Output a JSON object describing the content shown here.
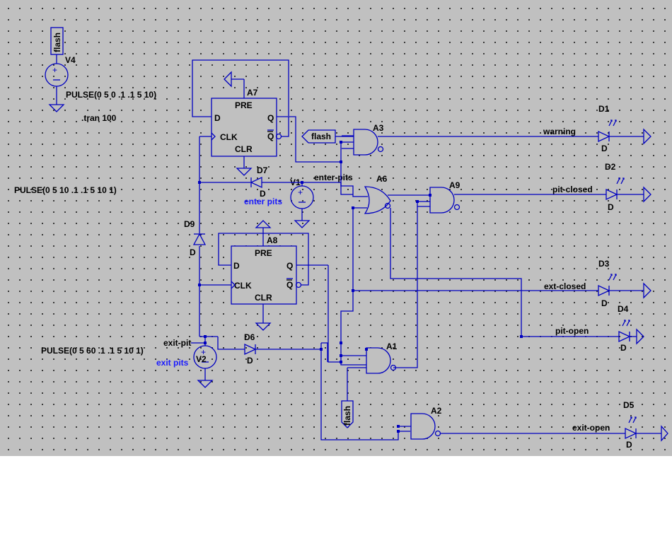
{
  "colors": {
    "background": "#c0c0c0",
    "wire": "#0000c0",
    "text": "#000000",
    "label": "#1a1aff",
    "blank": "#ffffff"
  },
  "sources": {
    "v4": {
      "name": "V4",
      "value": "PULSE(0 5 0 .1 .1 5 10)",
      "net": "flash"
    },
    "v1": {
      "name": "V1",
      "value": "PULSE(0 5 10 .1 .1 5 10 1)",
      "label": "enter pits",
      "net": "enter-pits"
    },
    "v2": {
      "name": "V2",
      "value": "PULSE(0 5 60 .1 .1 5 10 1)",
      "label": "exit pits",
      "net": "exit-pit"
    }
  },
  "directive": ".tran 100",
  "flipflops": [
    {
      "name": "A7",
      "pre": "PRE",
      "clr": "CLR",
      "d": "D",
      "clk": "CLK",
      "q": "Q",
      "qbar": "Q"
    },
    {
      "name": "A8",
      "pre": "PRE",
      "clr": "CLR",
      "d": "D",
      "clk": "CLK",
      "q": "Q",
      "qbar": "Q"
    }
  ],
  "gates": {
    "a3": "A3",
    "a6": "A6",
    "a9": "A9",
    "a1": "A1",
    "a2": "A2"
  },
  "diodes": {
    "d7": "D7",
    "d9": "D9",
    "d6": "D6",
    "model": "D"
  },
  "leds": [
    {
      "name": "D1",
      "net": "warning",
      "model": "D"
    },
    {
      "name": "D2",
      "net": "pit-closed",
      "model": "D"
    },
    {
      "name": "D3",
      "net": "ext-closed",
      "model": "D"
    },
    {
      "name": "D4",
      "net": "pit-open",
      "model": "D"
    },
    {
      "name": "D5",
      "net": "exit-open",
      "model": "D"
    }
  ],
  "labels": {
    "flash_a3": "flash",
    "flash_a1": "flash"
  },
  "icons": {
    "led": "led-icon",
    "ground": "ground-icon",
    "source": "voltage-source-icon",
    "diode": "diode-icon"
  }
}
